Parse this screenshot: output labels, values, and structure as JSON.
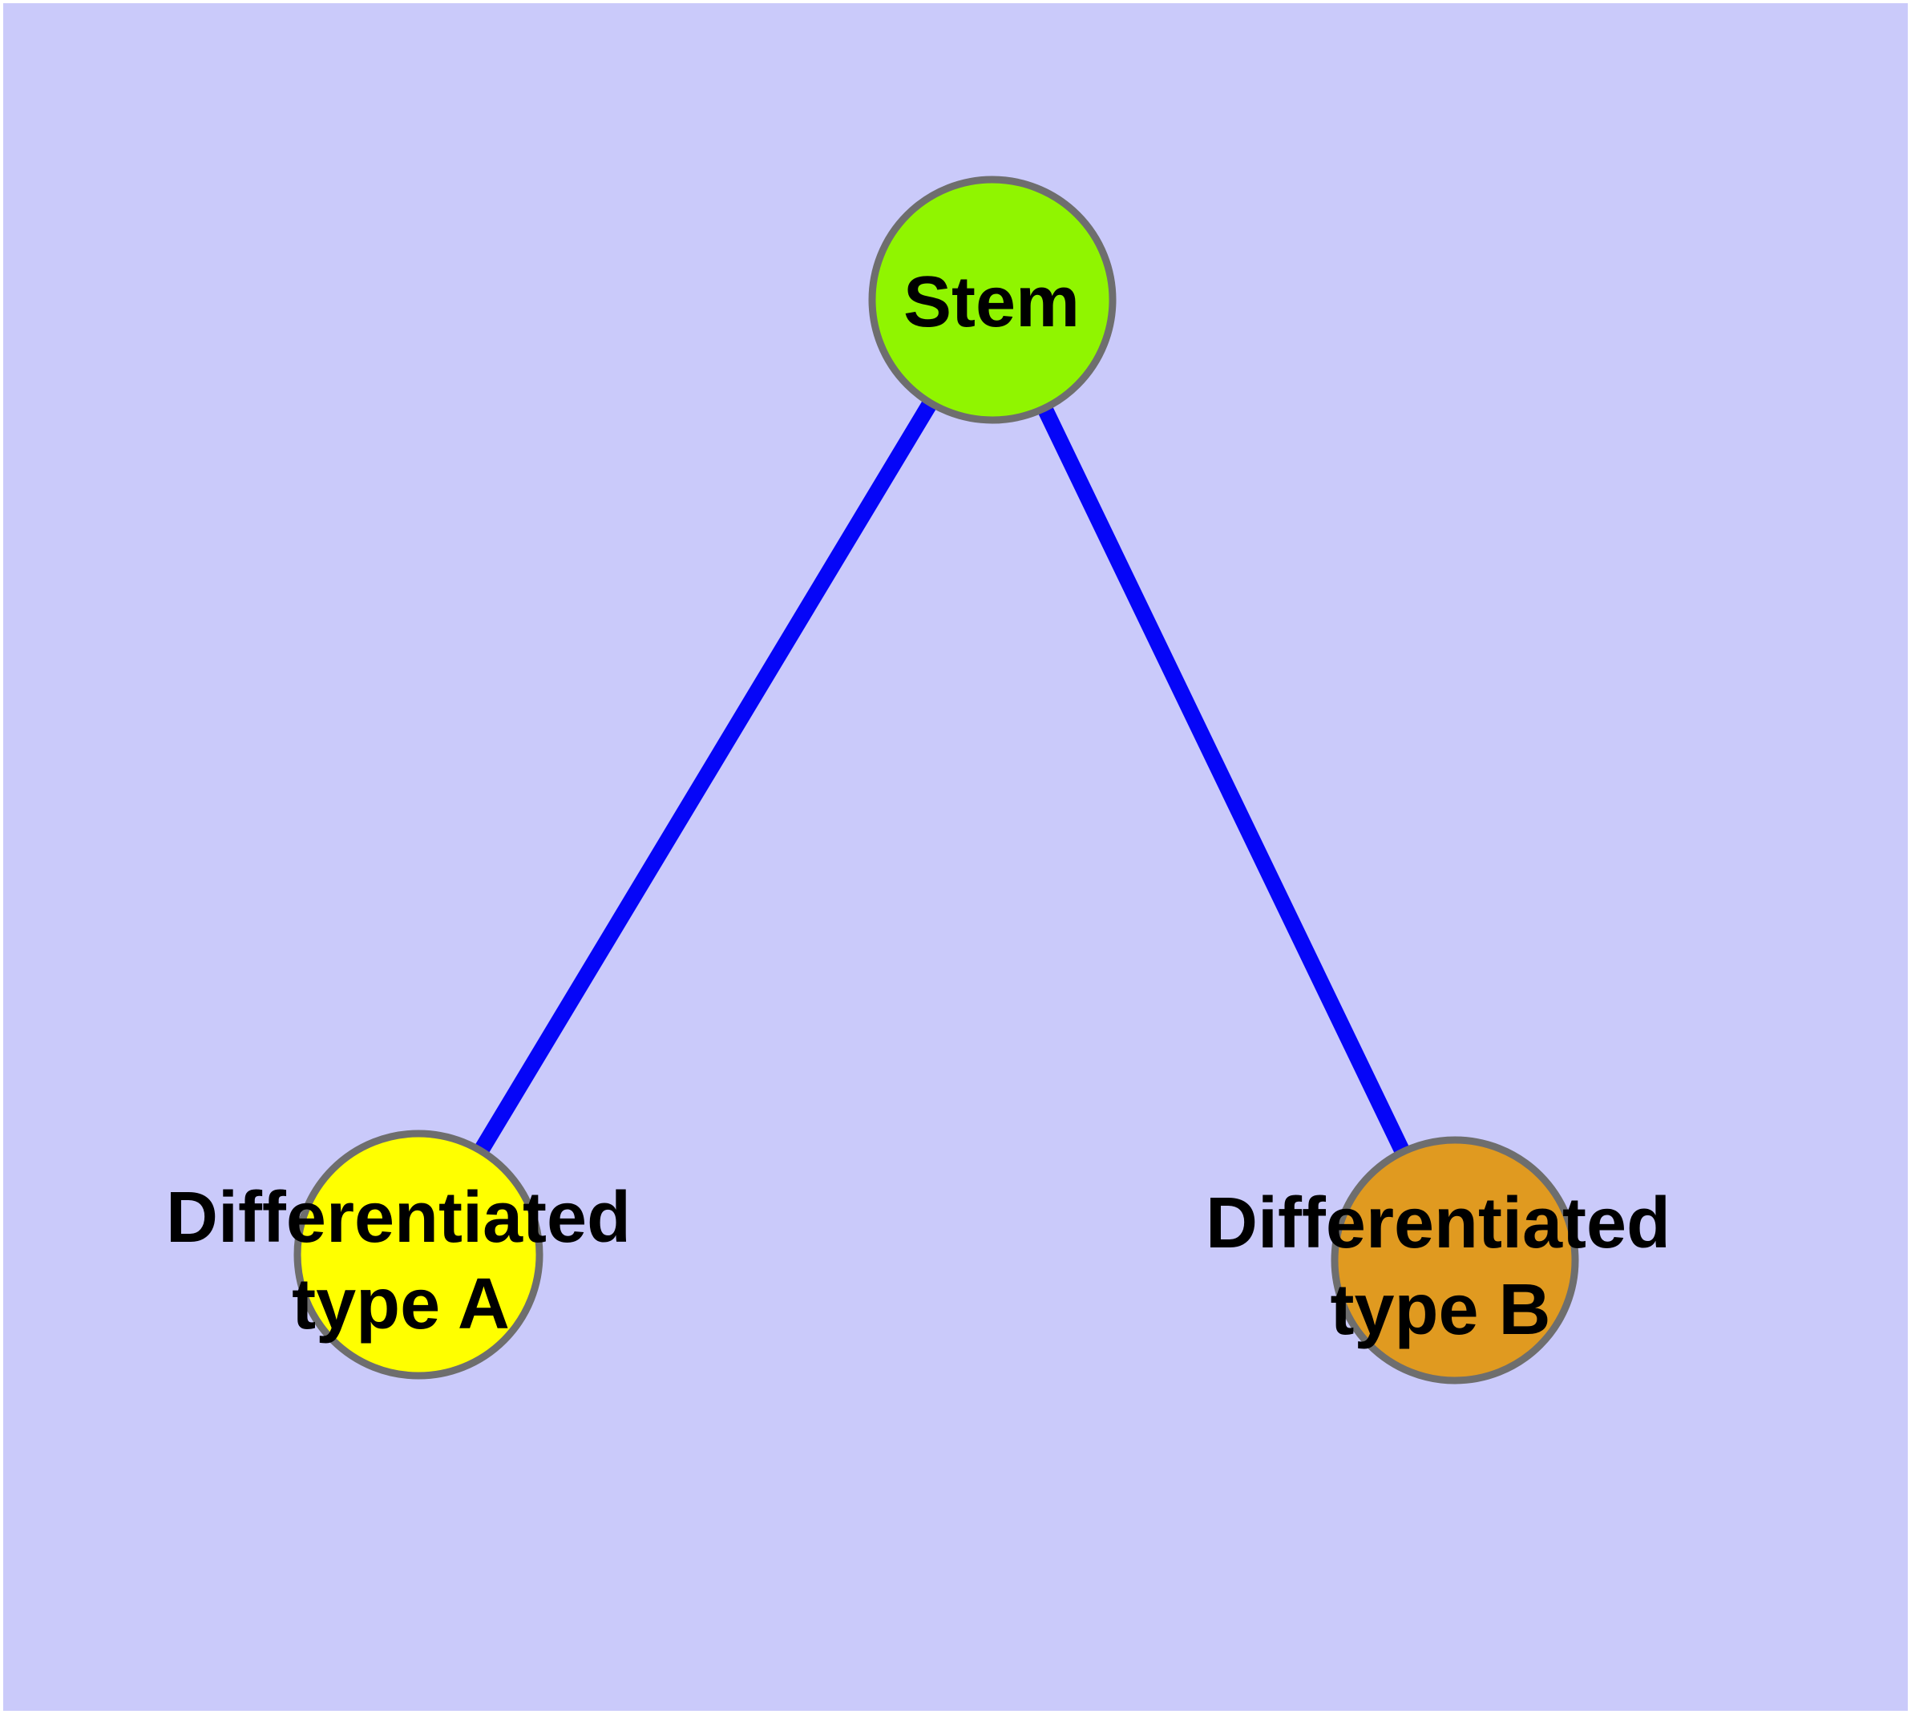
{
  "diagram": {
    "colors": {
      "background": "#CACAFA",
      "page_margin": "#FFFFFF",
      "edge": "#0505F8",
      "node_border": "#6E6E6E",
      "text": "#000000",
      "stem_fill": "#90F500",
      "type_a_fill": "#FFFF00",
      "type_b_fill": "#E09A20"
    },
    "nodes": {
      "stem": {
        "label": "Stem",
        "fill": "#90F500"
      },
      "type_a": {
        "label_line1": "Differentiated",
        "label_line2": "type A",
        "fill": "#FFFF00"
      },
      "type_b": {
        "label_line1": "Differentiated",
        "label_line2": "type B",
        "fill": "#E09A20"
      }
    },
    "edges": [
      {
        "from": "Stem",
        "to": "Differentiated type A"
      },
      {
        "from": "Stem",
        "to": "Differentiated type B"
      }
    ]
  }
}
